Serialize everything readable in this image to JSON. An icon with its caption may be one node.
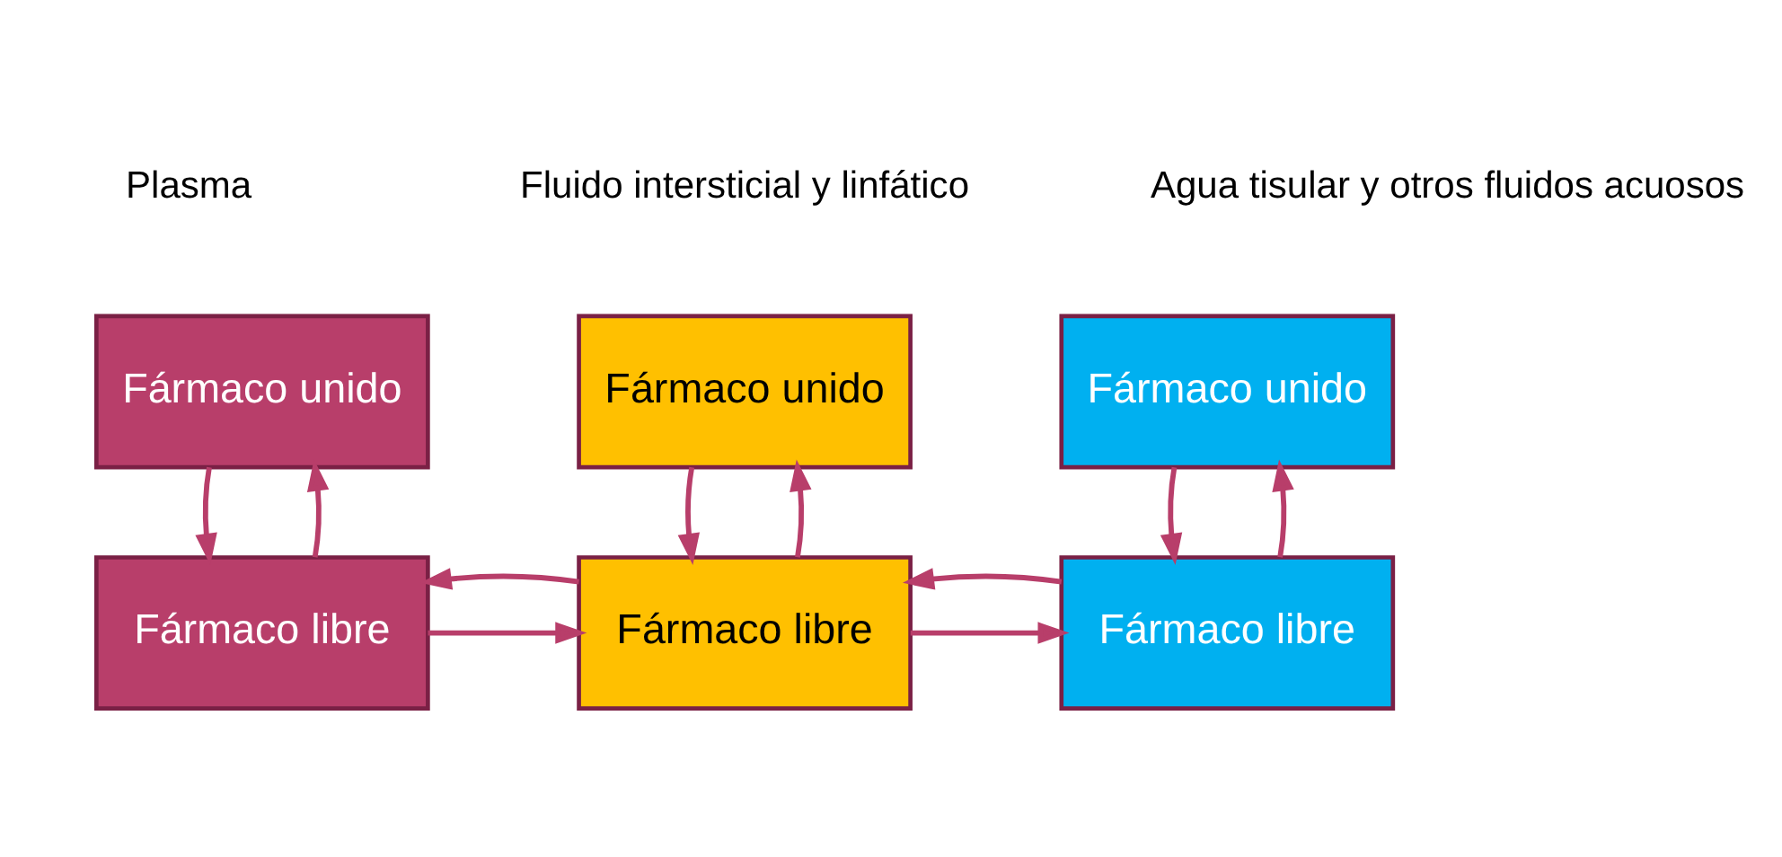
{
  "diagram": {
    "nodes": [
      {
        "text": [
          "Fármaco unido"
        ]
      },
      {
        "text": [
          "Fármaco libre"
        ]
      },
      {
        "text": [
          "Fármaco unido"
        ]
      },
      {
        "text": [
          "Fármaco libre"
        ]
      },
      {
        "text": [
          "Fármaco unido"
        ]
      },
      {
        "text": [
          "Fármaco libre"
        ]
      }
    ],
    "edges": [
      {
        "from": 0,
        "to": 1,
        "arrow": "to"
      },
      {
        "from": 1,
        "to": 0,
        "arrow": "to"
      },
      {
        "from": 2,
        "to": 3,
        "arrow": "to"
      },
      {
        "from": 3,
        "to": 2,
        "arrow": "to"
      },
      {
        "from": 4,
        "to": 5,
        "arrow": "to"
      },
      {
        "from": 5,
        "to": 4,
        "arrow": "to"
      },
      {
        "from": 1,
        "to": 3,
        "arrow": "to"
      },
      {
        "from": 3,
        "to": 1,
        "arrow": "to"
      },
      {
        "from": 3,
        "to": 5,
        "arrow": "to"
      },
      {
        "from": 5,
        "to": 3,
        "arrow": "to"
      }
    ],
    "labels": [
      "Plasma",
      "Fluido intersticial y linfático",
      "Agua tisular y otros fluidos acuosos"
    ]
  }
}
